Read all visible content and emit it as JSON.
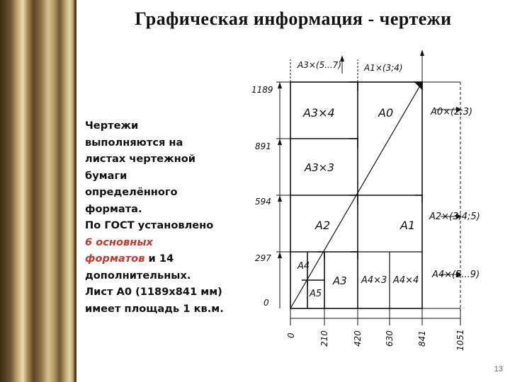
{
  "title": "Графическая информация - чертежи",
  "body": {
    "line1": "Чертежи",
    "line2": "выполняются на",
    "line3": "листах чертежной",
    "line4": "бумаги",
    "line5": "определённого",
    "line6": "формата.",
    "line7": "По ГОСТ установлено",
    "highlight1": "6 основных",
    "highlight2": "форматов",
    "after_highlight": " и 14",
    "line9": "дополнительных.",
    "line10": "Лист А0 (1189х841 мм)",
    "line11": "имеет площадь 1 кв.м."
  },
  "drawing": {
    "labels": {
      "a3x5": "A3×(5...7)",
      "a1x34": "A1×(3;4)",
      "a3x4": "A3×4",
      "a0": "A0",
      "a0x23": "A0×(2;3)",
      "a3x3": "A3×3",
      "a2": "A2",
      "a1": "A1",
      "a2x345": "A2×(3;4;5)",
      "a4": "A4",
      "a3": "A3",
      "a4x3": "A4×3",
      "a4x4": "A4×4",
      "a5": "A5",
      "a4x59": "A4×(5...9)"
    },
    "y_ticks": [
      "1189",
      "891",
      "594",
      "297",
      "0"
    ],
    "x_ticks": [
      "0",
      "210",
      "420",
      "630",
      "841",
      "1051"
    ]
  },
  "page_number": "13"
}
